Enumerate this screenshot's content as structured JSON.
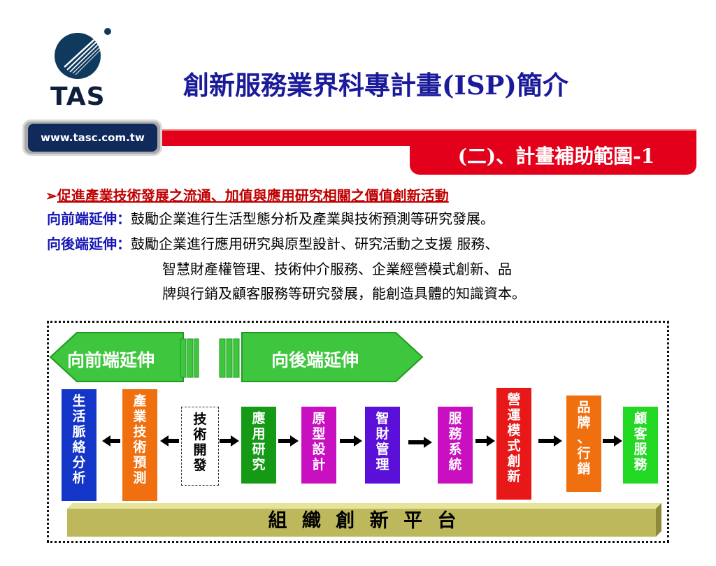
{
  "logo": {
    "text": "TAS"
  },
  "title": "創新服務業界科專計畫(ISP)簡介",
  "url": "www.tasc.com.tw",
  "section_title": "(二)、計畫補助範圍-1",
  "bullet": {
    "marker": "➢",
    "text": "促進產業技術發展之流通、加值與應用研究相關之價值創新活動"
  },
  "forward": {
    "label": "向前端延伸：",
    "text": "鼓勵企業進行生活型態分析及產業與技術預測等研究發展。"
  },
  "backward": {
    "label": "向後端延伸：",
    "lines": [
      "鼓勵企業進行應用研究與原型設計、研究活動之支援 服務、",
      "智慧財產權管理、技術仲介服務、企業經營模式創新、品",
      "牌與行銷及顧客服務等研究發展，能創造具體的知識資本。"
    ]
  },
  "diagram": {
    "forward_arrow_label": "向前端延伸",
    "backward_arrow_label": "向後端延伸",
    "platform_label": "組 織 創 新 平 台",
    "boxes": [
      {
        "text": "生活脈絡分析",
        "color": "#1436c8"
      },
      {
        "text": "產業技術預測",
        "color": "#f07010"
      },
      {
        "text": "技術開發",
        "color": "#ffffff"
      },
      {
        "text": "應用研究",
        "color": "#149a14"
      },
      {
        "text": "原型設計",
        "color": "#c810c0"
      },
      {
        "text": "智財管理",
        "color": "#5a10d8"
      },
      {
        "text": "服務系統",
        "color": "#c810c0"
      },
      {
        "text": "營運模式創新",
        "color": "#e81818"
      },
      {
        "text": "品牌、行銷",
        "color": "#f07010"
      },
      {
        "text": "顧客服務",
        "color": "#22d822"
      }
    ]
  }
}
